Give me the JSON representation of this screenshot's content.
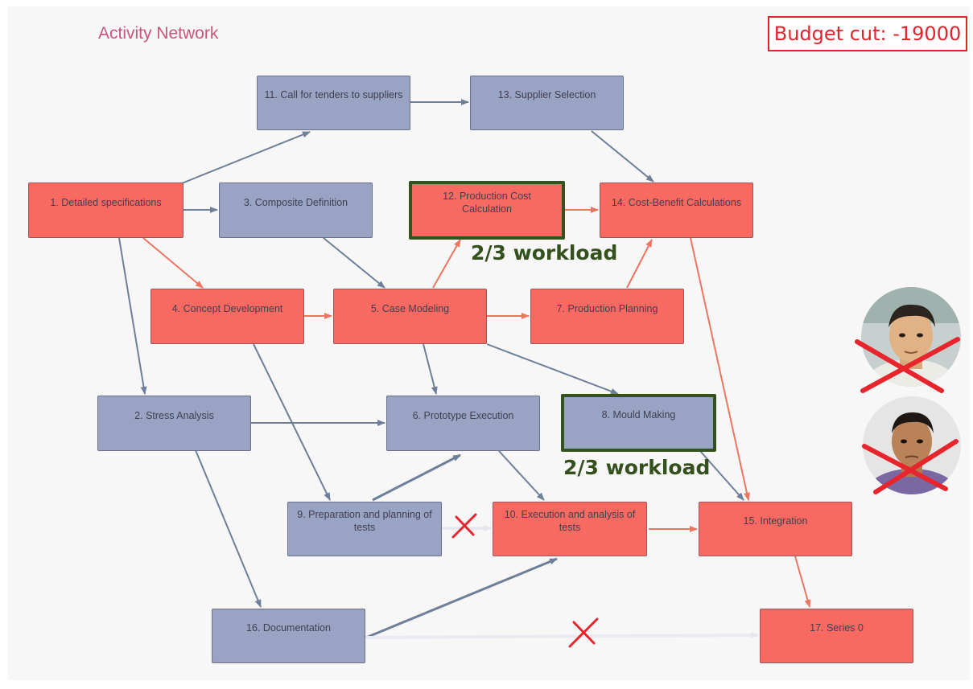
{
  "title": "Activity Network",
  "budget_cut": "Budget cut: -19000",
  "workload_label_12": "2/3 workload",
  "workload_label_8": "2/3 workload",
  "colors": {
    "critical": "#f86a61",
    "normal": "#99a3c3",
    "critical_arrow": "#ee7560",
    "normal_arrow": "#6e7f9a",
    "highlight_border": "#34521e",
    "cross": "#e8242c"
  },
  "nodes": {
    "n1": "1. Detailed specifications",
    "n2": "2. Stress Analysis",
    "n3": "3. Composite Definition",
    "n4": "4. Concept Development",
    "n5": "5. Case Modeling",
    "n6": "6. Prototype Execution",
    "n7": "7. Production Planning",
    "n8": "8. Mould Making",
    "n9": "9. Preparation and planning of tests",
    "n10": "10. Execution and analysis of tests",
    "n11": "11. Call for tenders to suppliers",
    "n12": "12. Production Cost Calculation",
    "n13": "13. Supplier Selection",
    "n14": "14. Cost-Benefit Calculations",
    "n15": "15. Integration",
    "n16": "16. Documentation",
    "n17": "17. Series 0"
  },
  "edges": [
    {
      "from": "1",
      "to": "11",
      "critical": false
    },
    {
      "from": "1",
      "to": "3",
      "critical": false
    },
    {
      "from": "1",
      "to": "4",
      "critical": true
    },
    {
      "from": "1",
      "to": "2",
      "critical": false
    },
    {
      "from": "11",
      "to": "13",
      "critical": false
    },
    {
      "from": "13",
      "to": "14",
      "critical": false
    },
    {
      "from": "3",
      "to": "5",
      "critical": false
    },
    {
      "from": "12",
      "to": "14",
      "critical": true
    },
    {
      "from": "4",
      "to": "5",
      "critical": true
    },
    {
      "from": "4",
      "to": "9",
      "critical": false
    },
    {
      "from": "5",
      "to": "12",
      "critical": true
    },
    {
      "from": "5",
      "to": "7",
      "critical": true
    },
    {
      "from": "5",
      "to": "6",
      "critical": false
    },
    {
      "from": "5",
      "to": "8",
      "critical": false
    },
    {
      "from": "7",
      "to": "14",
      "critical": true
    },
    {
      "from": "14",
      "to": "15",
      "critical": true
    },
    {
      "from": "2",
      "to": "6",
      "critical": false
    },
    {
      "from": "2",
      "to": "16",
      "critical": false
    },
    {
      "from": "6",
      "to": "10",
      "critical": false
    },
    {
      "from": "8",
      "to": "15",
      "critical": false
    },
    {
      "from": "9",
      "to": "6",
      "critical": false
    },
    {
      "from": "9",
      "to": "10",
      "critical": false,
      "removed": true
    },
    {
      "from": "10",
      "to": "15",
      "critical": true
    },
    {
      "from": "15",
      "to": "17",
      "critical": true
    },
    {
      "from": "16",
      "to": "10",
      "critical": false
    },
    {
      "from": "16",
      "to": "17",
      "critical": false,
      "removed": true
    }
  ],
  "people": [
    {
      "name": "person-1",
      "removed": true
    },
    {
      "name": "person-2",
      "removed": true
    }
  ]
}
